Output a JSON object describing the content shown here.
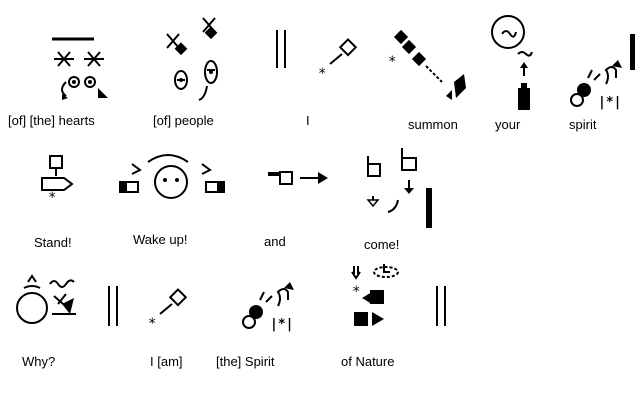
{
  "words": {
    "of_the_hearts": "[of]  [the] hearts",
    "of_people": "[of] people",
    "i": "I",
    "summon": "summon",
    "your": "your",
    "spirit": "spirit",
    "stand": "Stand!",
    "wake_up": "Wake up!",
    "and": "and",
    "come": "come!",
    "why": "Why?",
    "i_am": "I [am]",
    "the_spirit": "[the] Spirit",
    "of_nature": "of Nature"
  }
}
